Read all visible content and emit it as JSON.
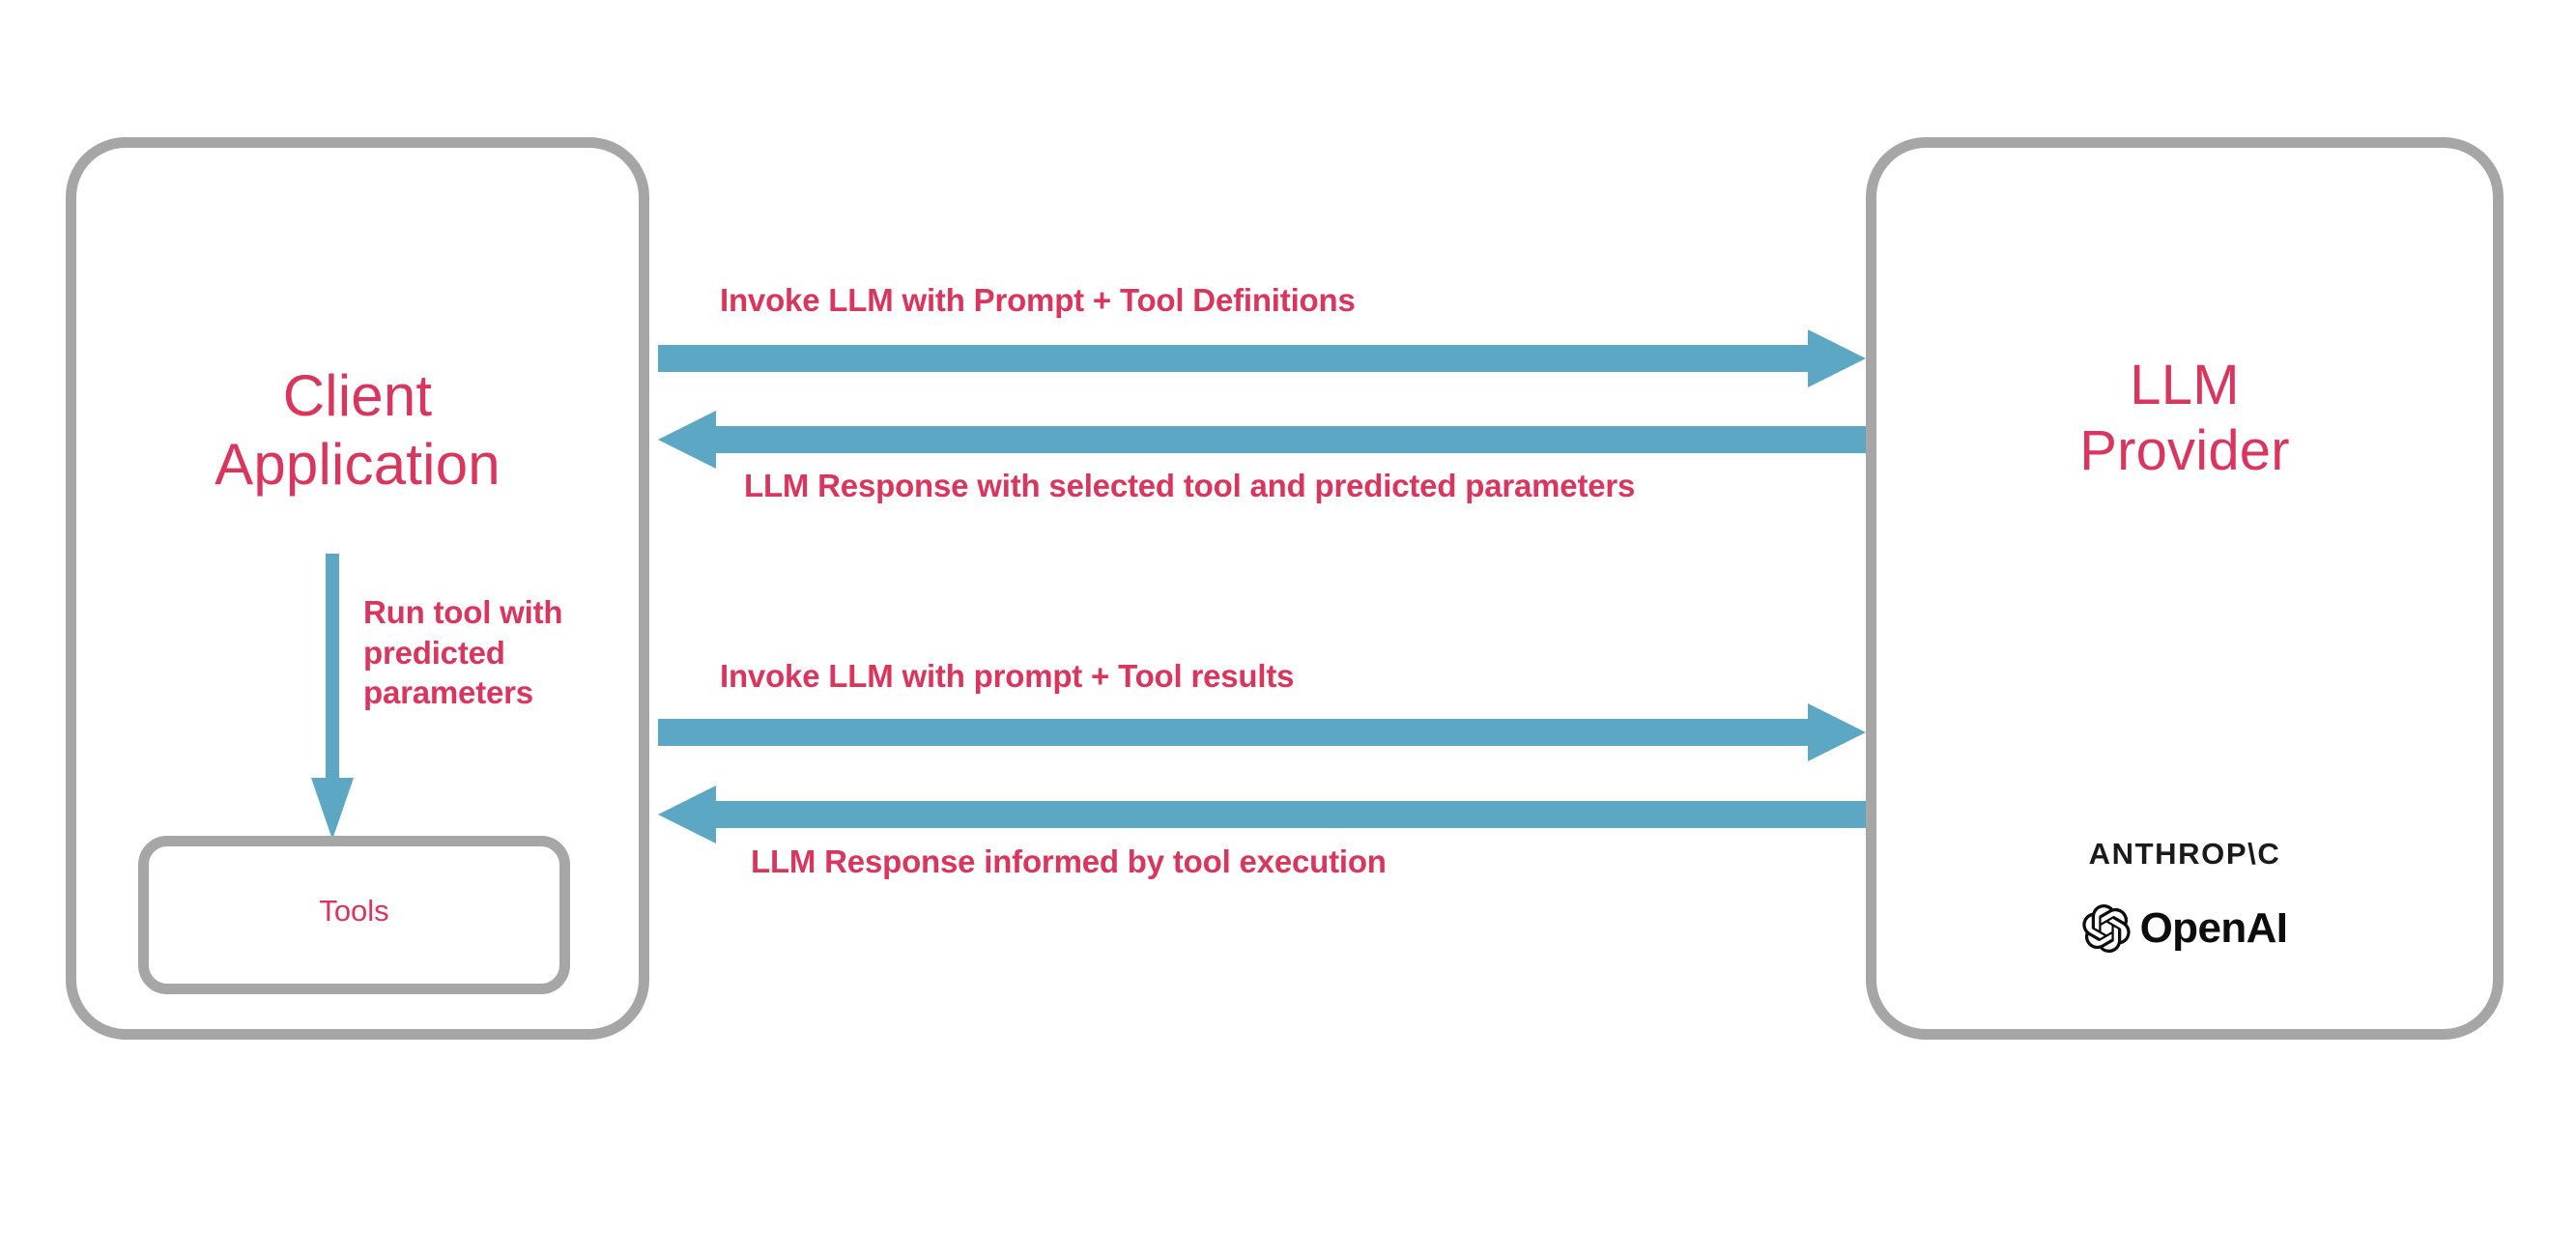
{
  "diagram": {
    "title": "LLM tool-calling sequence between a client application and an LLM provider",
    "colors": {
      "accent_text": "#d9365e",
      "arrow": "#5ca7c4",
      "box_border": "#a6a6a6",
      "logo_text": "#1a1a1a",
      "background": "#ffffff"
    },
    "nodes": [
      {
        "id": "client",
        "label": "Client\nApplication"
      },
      {
        "id": "provider",
        "label": "LLM\nProvider"
      },
      {
        "id": "tools",
        "label": "Tools"
      }
    ],
    "client": {
      "label": "Client\nApplication",
      "tools": {
        "label": "Tools"
      },
      "internal_flow": {
        "label": "Run tool with\npredicted\nparameters",
        "direction": "down",
        "from": "client",
        "to": "tools"
      }
    },
    "provider": {
      "label": "LLM\nProvider",
      "logos": [
        {
          "name": "anthropic-logo",
          "text": "ANTHROP\\C"
        },
        {
          "name": "openai-logo",
          "text": "OpenAI"
        }
      ]
    },
    "messages": [
      {
        "id": "msg-1",
        "label": "Invoke LLM with Prompt + Tool Definitions",
        "direction": "right",
        "from": "client",
        "to": "provider"
      },
      {
        "id": "msg-2",
        "label": "LLM Response with selected tool and predicted parameters",
        "direction": "left",
        "from": "provider",
        "to": "client"
      },
      {
        "id": "msg-3",
        "label": "Invoke LLM with prompt + Tool results",
        "direction": "right",
        "from": "client",
        "to": "provider"
      },
      {
        "id": "msg-4",
        "label": "LLM Response informed by tool execution",
        "direction": "left",
        "from": "provider",
        "to": "client"
      }
    ]
  }
}
